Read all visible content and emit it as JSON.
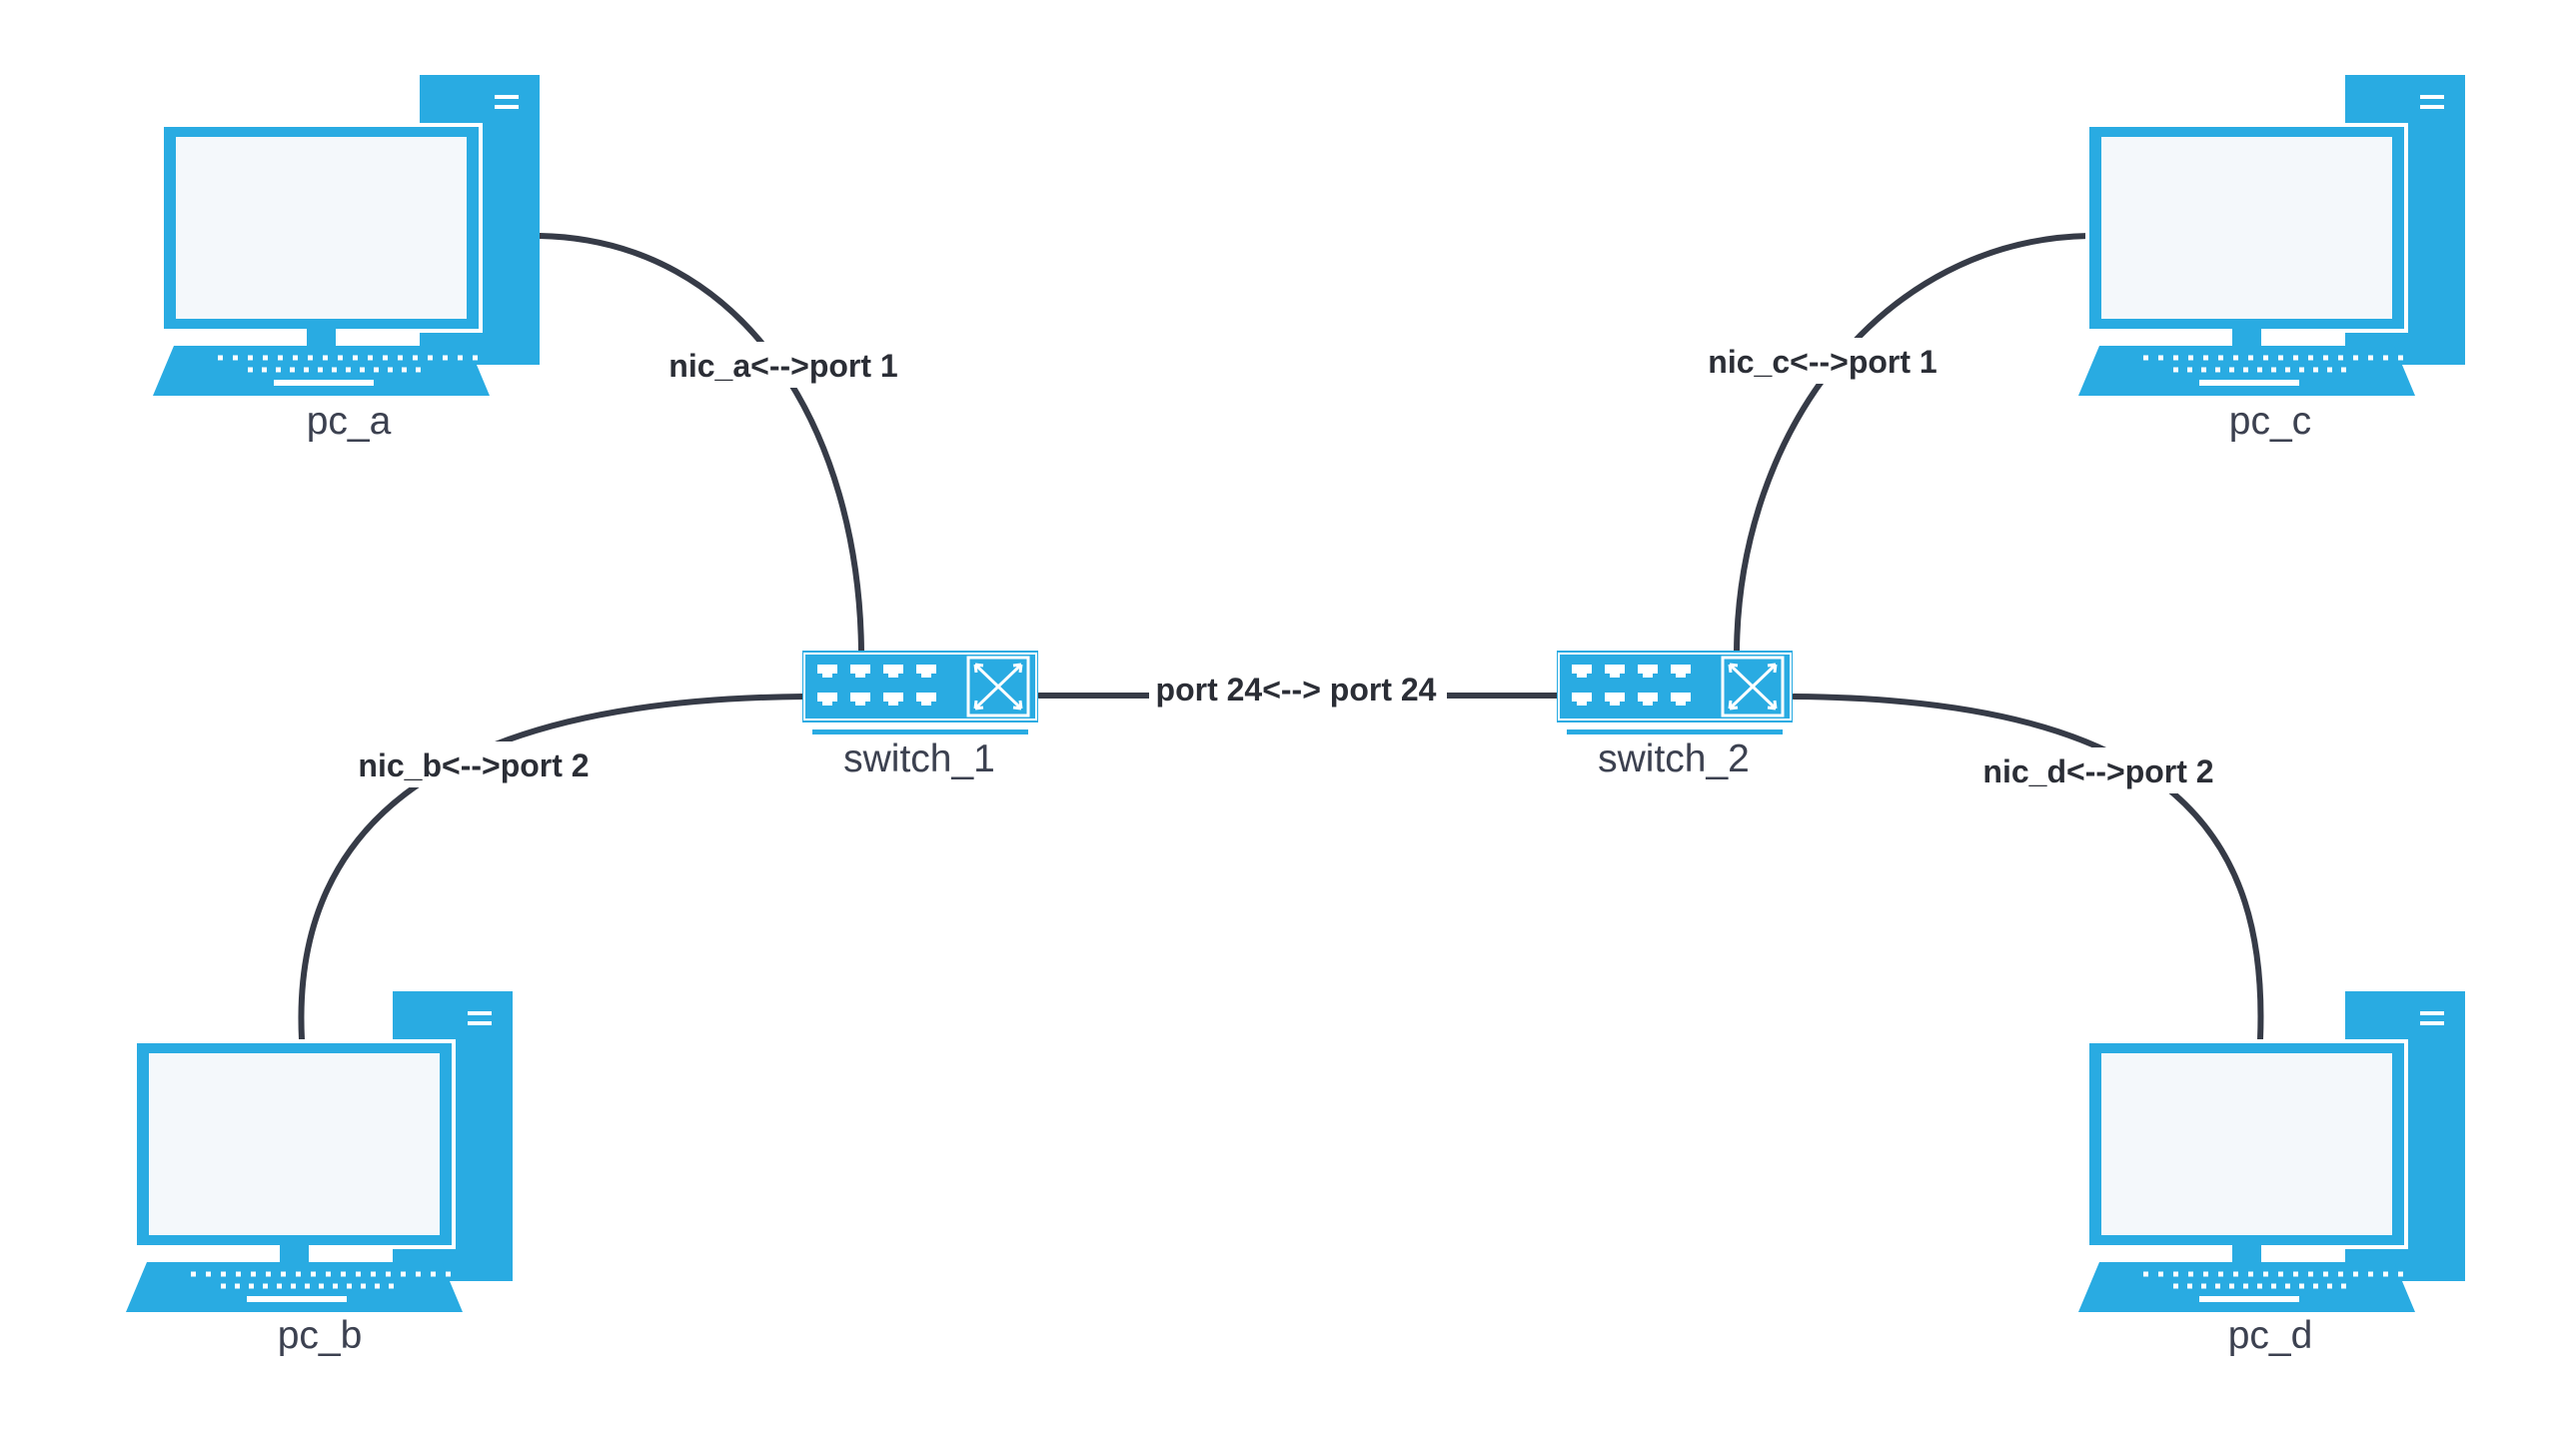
{
  "diagram": {
    "colors": {
      "device_blue": "#29abe2",
      "screen_fill": "#f4f8fb",
      "link_stroke": "#363b47",
      "label_text": "#3c4150",
      "background": "#ffffff"
    },
    "nodes": {
      "pc_a": {
        "label": "pc_a",
        "icon": "desktop-computer-icon"
      },
      "pc_b": {
        "label": "pc_b",
        "icon": "desktop-computer-icon"
      },
      "pc_c": {
        "label": "pc_c",
        "icon": "desktop-computer-icon"
      },
      "pc_d": {
        "label": "pc_d",
        "icon": "desktop-computer-icon"
      },
      "switch_1": {
        "label": "switch_1",
        "icon": "network-switch-icon"
      },
      "switch_2": {
        "label": "switch_2",
        "icon": "network-switch-icon"
      }
    },
    "links": {
      "pc_a_switch_1": {
        "from": "pc_a",
        "to": "switch_1",
        "label": "nic_a<-->port 1"
      },
      "pc_b_switch_1": {
        "from": "pc_b",
        "to": "switch_1",
        "label": "nic_b<-->port 2"
      },
      "pc_c_switch_2": {
        "from": "pc_c",
        "to": "switch_2",
        "label": "nic_c<-->port 1"
      },
      "pc_d_switch_2": {
        "from": "pc_d",
        "to": "switch_2",
        "label": "nic_d<-->port 2"
      },
      "switch_1_switch_2": {
        "from": "switch_1",
        "to": "switch_2",
        "label": "port 24<--> port 24"
      }
    }
  }
}
